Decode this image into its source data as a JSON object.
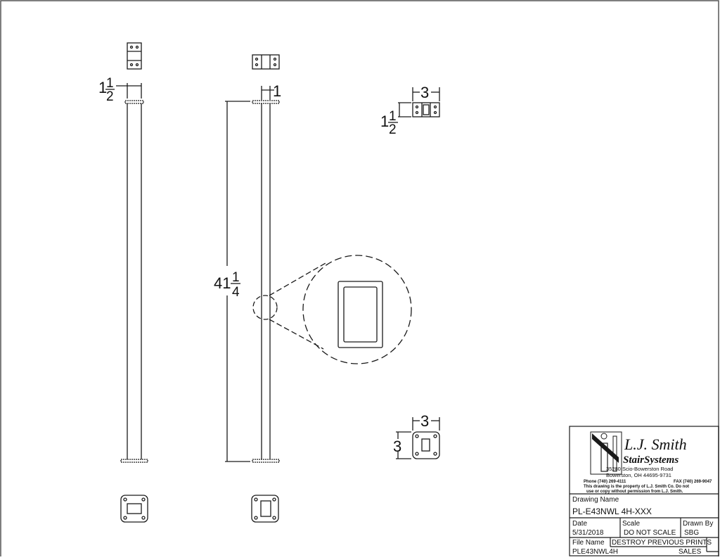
{
  "drawing": {
    "views": {
      "front_post_left": {
        "top_dim_whole": "1",
        "top_dim_num": "1",
        "top_dim_den": "2"
      },
      "side_post_center": {
        "top_dim": "1",
        "height_whole": "41",
        "height_num": "1",
        "height_den": "4"
      },
      "top_bracket_detail": {
        "width_dim": "3",
        "height_whole": "1",
        "height_num": "1",
        "height_den": "2"
      },
      "base_plate_detail": {
        "width_dim": "3",
        "height_dim": "3"
      }
    },
    "line_color": "#1a1a1a",
    "background": "#ffffff"
  },
  "title_block": {
    "company_line1": "L.J. Smith",
    "company_line2": "StairSystems",
    "address1": "35280 Scio-Bowerston Road",
    "address2": "Bowerston, OH 44695-9731",
    "phone": "Phone (740) 269-4111",
    "fax": "FAX (740) 269-9047",
    "notice1": "This drawing is the property of L.J. Smith Co. Do not",
    "notice2": "use or copy without permission from L.J. Smith.",
    "drawing_name_label": "Drawing Name",
    "drawing_name": "PL-E43NWL 4H-XXX",
    "date_label": "Date",
    "date": "5/31/2018",
    "scale_label": "Scale",
    "scale": "DO NOT SCALE",
    "drawn_by_label": "Drawn By",
    "drawn_by": "SBG",
    "file_name_label": "File Name",
    "destroy_label": "DESTROY PREVIOUS PRINTS",
    "file_name": "PLE43NWL4H",
    "sales_label": "SALES"
  }
}
